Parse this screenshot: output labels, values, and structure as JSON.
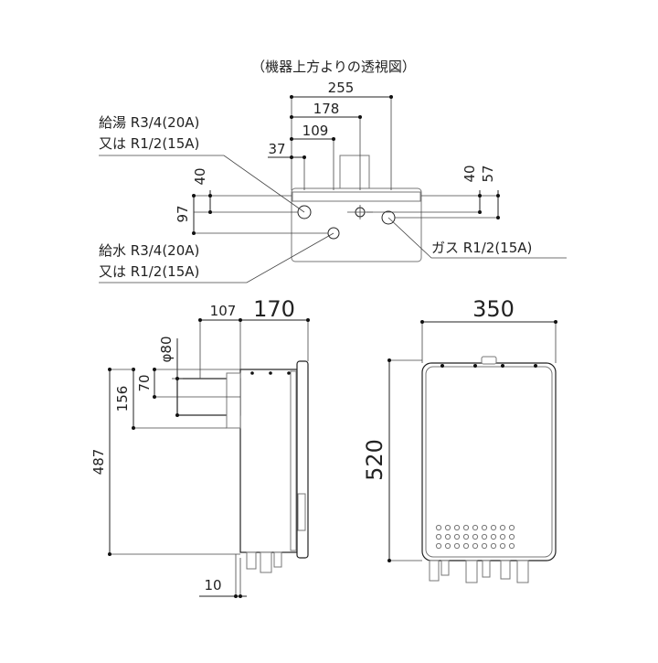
{
  "top_view": {
    "caption": "（機器上方よりの透視図）",
    "dims": {
      "d255": "255",
      "d178": "178",
      "d109": "109",
      "d37": "37",
      "d40a": "40",
      "d97": "97",
      "d40b": "40",
      "d57": "57"
    },
    "hot_water_label_1": "給湯 R3/4(20A)",
    "hot_water_label_2": "又は R1/2(15A)",
    "cold_water_label_1": "給水 R3/4(20A)",
    "cold_water_label_2": "又は R1/2(15A)",
    "gas_label": "ガス R1/2(15A)"
  },
  "side_view": {
    "dims": {
      "d107": "107",
      "d170": "170",
      "d80": "φ80",
      "d156": "156",
      "d70": "70",
      "d487": "487",
      "d10": "10"
    }
  },
  "front_view": {
    "dims": {
      "d350": "350",
      "d520": "520"
    }
  }
}
